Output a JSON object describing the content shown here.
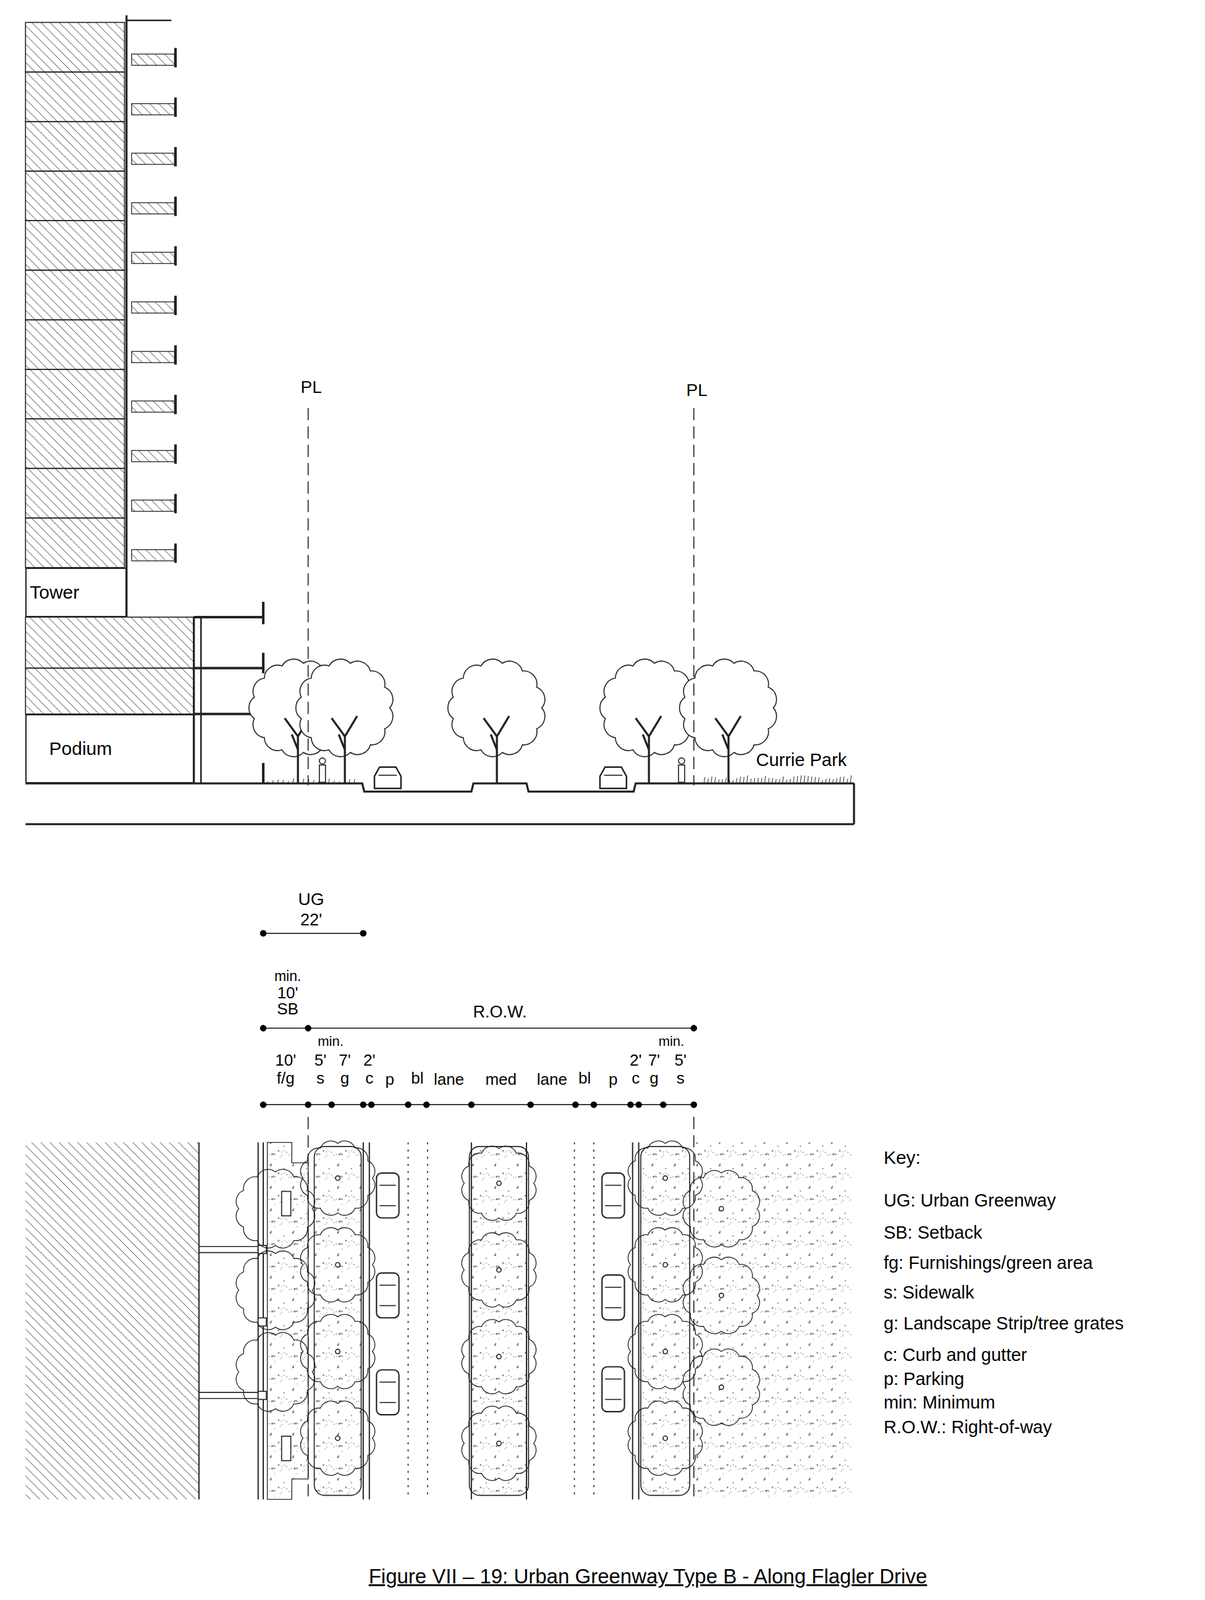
{
  "diagram": {
    "caption": "Figure VII – 19: Urban Greenway Type B - Along Flagler Drive",
    "nodes": [
      {
        "text": [
          "Tower"
        ]
      },
      {
        "text": [
          "Podium"
        ]
      }
    ],
    "labels": [
      "PL",
      "PL",
      "Currie Park",
      "UG",
      "22'",
      "min.",
      "10'",
      "SB",
      "R.O.W.",
      "min.",
      "10'",
      "f/g",
      "5'",
      "s",
      "7'",
      "g",
      "2'",
      "c",
      "p",
      "bl",
      "lane",
      "med",
      "lane",
      "bl",
      "p",
      "2'",
      "c",
      "7'",
      "g",
      "min.",
      "5'",
      "s",
      "Key:",
      "UG: Urban Greenway",
      "SB: Setback",
      "fg: Furnishings/green area",
      "s: Sidewalk",
      "g: Landscape Strip/tree grates",
      "c: Curb and gutter",
      "p: Parking",
      "min: Minimum",
      "R.O.W.: Right-of-way"
    ]
  }
}
